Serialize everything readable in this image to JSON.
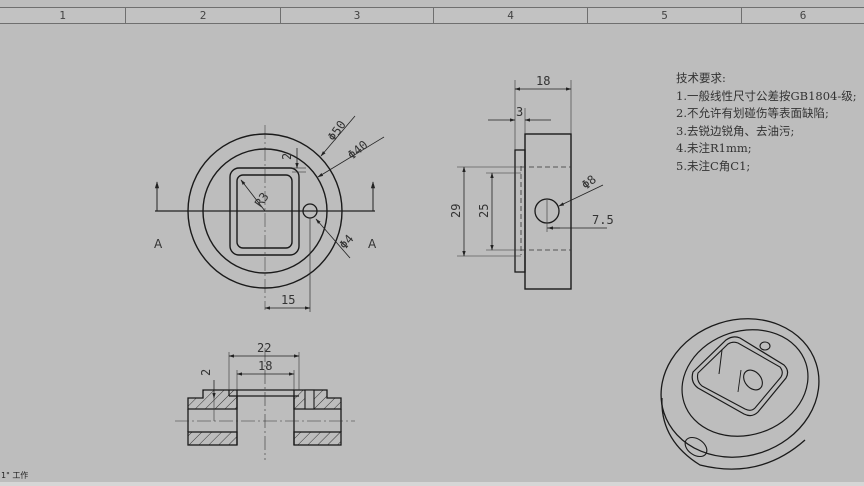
{
  "zone_bar": {
    "zones": [
      "1",
      "2",
      "3",
      "4",
      "5",
      "6"
    ],
    "widths": [
      126,
      155,
      153,
      154,
      154,
      122
    ]
  },
  "front_view": {
    "section_label_left": "A",
    "section_label_right": "A",
    "dims": {
      "outer_diameter": "Φ50",
      "inner_diameter": "Φ40",
      "hole_diameter": "Φ4",
      "pocket_radius": "R3",
      "wall": "2",
      "hole_offset": "15"
    }
  },
  "side_view": {
    "dims": {
      "width_total": "18",
      "flange": "3",
      "height_outer": "29",
      "height_inner": "25",
      "hole_diameter": "Φ8",
      "hole_offset": "7.5"
    }
  },
  "section_view": {
    "dims": {
      "top_width": "22",
      "bore_width": "18",
      "depth": "2"
    }
  },
  "technical_requirements": {
    "title": "技术要求:",
    "items": [
      "1.一般线性尺寸公差按GB1804-级;",
      "2.不允许有划碰伤等表面缺陷;",
      "3.去锐边锐角、去油污;",
      "4.未注R1mm;",
      "5.未注C角C1;"
    ]
  },
  "status_bar": {
    "text": "1\" 工作"
  },
  "colors": {
    "background": "#bdbdbd",
    "line": "#1a1a1a",
    "dim_line": "#333333"
  }
}
